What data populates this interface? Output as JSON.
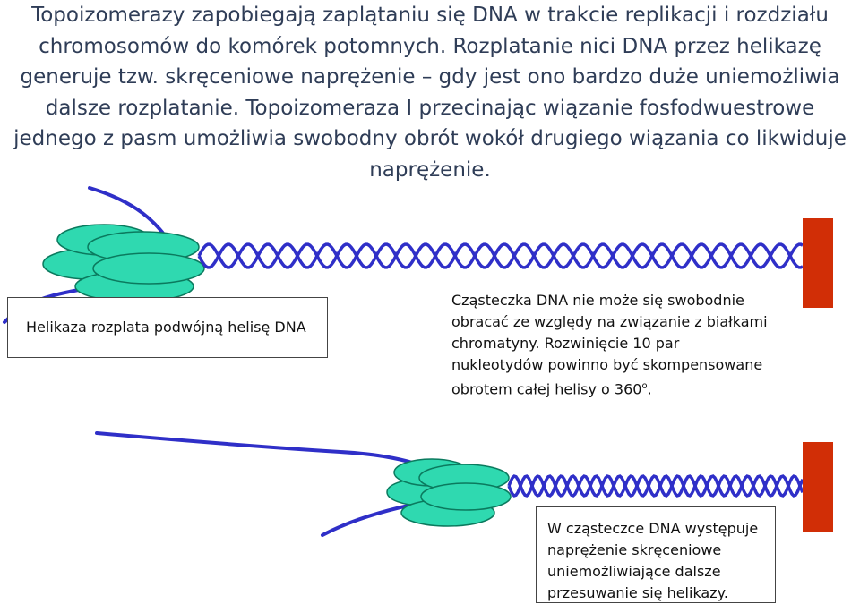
{
  "header": {
    "lines": [
      "Topoizomerazy zapobiegają zaplątaniu się DNA w trakcie replikacji i rozdziału",
      "chromosomów do komórek potomnych. Rozplatanie nici DNA przez helikazę",
      "generuje  tzw. skręceniowe naprężenie – gdy jest ono bardzo duże uniemożliwia",
      "dalsze rozplatanie. Topoizomeraza I przecinając wiązanie fosfodwuestrowe",
      "jednego z pasm umożliwia swobodny obrót wokół drugiego wiązania co likwiduje",
      "naprężenie."
    ]
  },
  "captions": {
    "helikaza": "Helikaza rozplata podwójną helisę DNA",
    "czasteczka": {
      "lines": [
        "Cząsteczka DNA nie może się swobodnie",
        "obracać ze względy na związanie z białkami",
        "chromatyny. Rozwinięcie 10 par",
        "nukleotydów powinno być skompensowane"
      ],
      "last_line_prefix": "obrotem całej helisy o 360",
      "last_line_sup": "o",
      "last_line_suffix": "."
    },
    "naprezenie": {
      "lines": [
        "W cząsteczce DNA występuje",
        "naprężenie skręceniowe",
        "uniemożliwiające dalsze",
        "przesuwanie się helikazy."
      ]
    }
  },
  "colors": {
    "header_text": "#2f3d57",
    "dna_strand": "#2f2fc8",
    "helicase_fill": "#2fd9b0",
    "helicase_stroke": "#0b7a5e",
    "anchor_block": "#d12e06"
  }
}
